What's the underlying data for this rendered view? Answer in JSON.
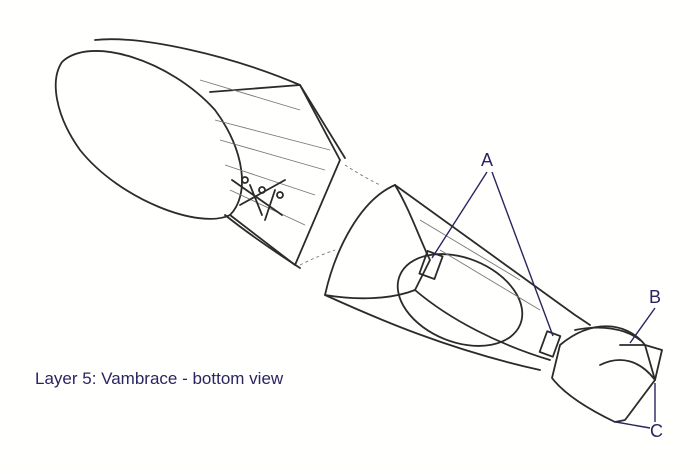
{
  "caption": "Layer 5: Vambrace - bottom view",
  "labels": {
    "a": "A",
    "b": "B",
    "c": "C"
  },
  "colors": {
    "ink": "#2b2b2b",
    "label": "#2a2560"
  }
}
